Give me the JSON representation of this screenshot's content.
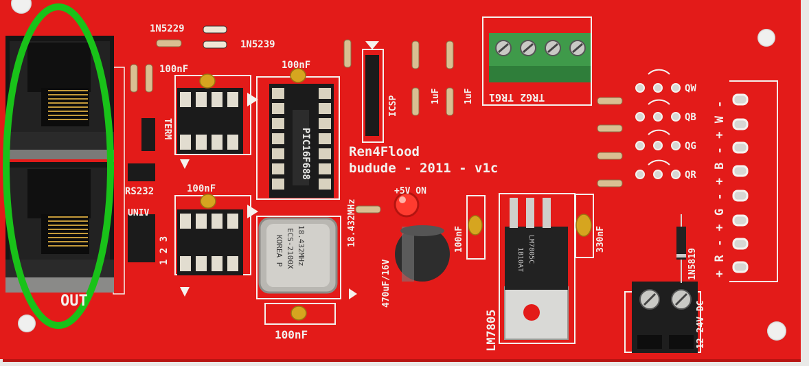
{
  "silkscreen": {
    "zener_a": "1N5229",
    "zener_b": "1N5239",
    "cap_top_left": "100nF",
    "cap_top_mid": "100nF",
    "cap_mid_left": "100nF",
    "cap_bottom": "100nF",
    "term": "TERM",
    "rs232": "RS232",
    "univ": "UNIV",
    "pins_123": "1 2 3",
    "out": "OUT",
    "mcu": "PIC16F688",
    "icsp": "ICSP",
    "cap_1uf_a": "1uF",
    "cap_1uf_b": "1uF",
    "trg": "TRG2 TRG1",
    "board_name": "Ren4Flood",
    "author_line": "budude - 2011 - v1c",
    "power_led": "+5V ON",
    "crystal_freq": "18.432MHz",
    "electrolytic": "470uF/16V",
    "cap_100nf_v": "100nF",
    "cap_330nf": "330nF",
    "regulator": "LM7805",
    "diode": "1N5819",
    "dc_in": "12-24V DC",
    "q_labels": [
      "QW",
      "QB",
      "QG",
      "QR"
    ],
    "rgbw_labels": "+ R - + G - + B - + W -"
  },
  "components": {
    "crystal_marking": [
      "18.432MHz",
      "ECS-2100X",
      "KOREA P"
    ],
    "regulator_marking": [
      "LM7805C",
      "1B10AT"
    ]
  },
  "annotation": {
    "color": "#19c219"
  }
}
